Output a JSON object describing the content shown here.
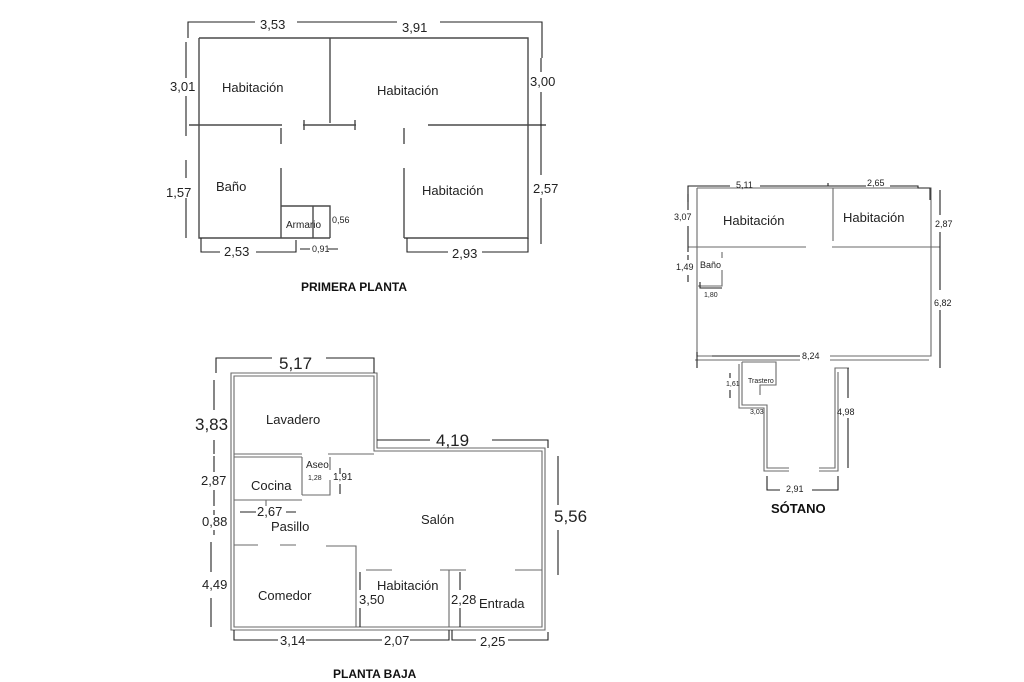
{
  "primera_planta": {
    "title": "PRIMERA PLANTA",
    "rooms": {
      "habitacion_1": "Habitación",
      "habitacion_2": "Habitación",
      "habitacion_3": "Habitación",
      "bano": "Baño",
      "armario": "Armario"
    },
    "dims": {
      "top_left": "3,53",
      "top_right": "3,91",
      "left_top": "3,01",
      "left_bottom": "1,57",
      "right_top": "3,00",
      "right_bottom": "2,57",
      "bottom_left": "2,53",
      "bottom_mid": "0,91",
      "armario": "0,56",
      "bottom_right": "2,93"
    }
  },
  "sotano": {
    "title": "SÓTANO",
    "rooms": {
      "habitacion_1": "Habitación",
      "habitacion_2": "Habitación",
      "bano": "Baño",
      "trastero": "Trastero"
    },
    "dims": {
      "top_left": "5,11",
      "top_right": "2,65",
      "left_top": "3,07",
      "right_top": "2,87",
      "bano_h": "1,49",
      "bano_w": "1,80",
      "right_main": "6,82",
      "width": "8,24",
      "trastero_h": "1,61",
      "trastero_w": "3,03",
      "corridor_h": "4,98",
      "corridor_w": "2,91"
    }
  },
  "planta_baja": {
    "title": "PLANTA BAJA",
    "rooms": {
      "lavadero": "Lavadero",
      "aseo": "Aseo",
      "cocina": "Cocina",
      "pasillo": "Pasillo",
      "salon": "Salón",
      "comedor": "Comedor",
      "habitacion": "Habitación",
      "entrada": "Entrada"
    },
    "dims": {
      "top": "5,17",
      "left_top": "3,83",
      "mid_top": "4,19",
      "aseo_w": "1,28",
      "aseo_h": "1,91",
      "cocina_h": "2,87",
      "cocina_w": "2,67",
      "pasillo_h": "0,88",
      "right": "5,56",
      "comedor_h": "4,49",
      "habitacion_h": "3,50",
      "entrada_h": "2,28",
      "bottom_left": "3,14",
      "bottom_mid": "2,07",
      "bottom_right": "2,25"
    }
  }
}
